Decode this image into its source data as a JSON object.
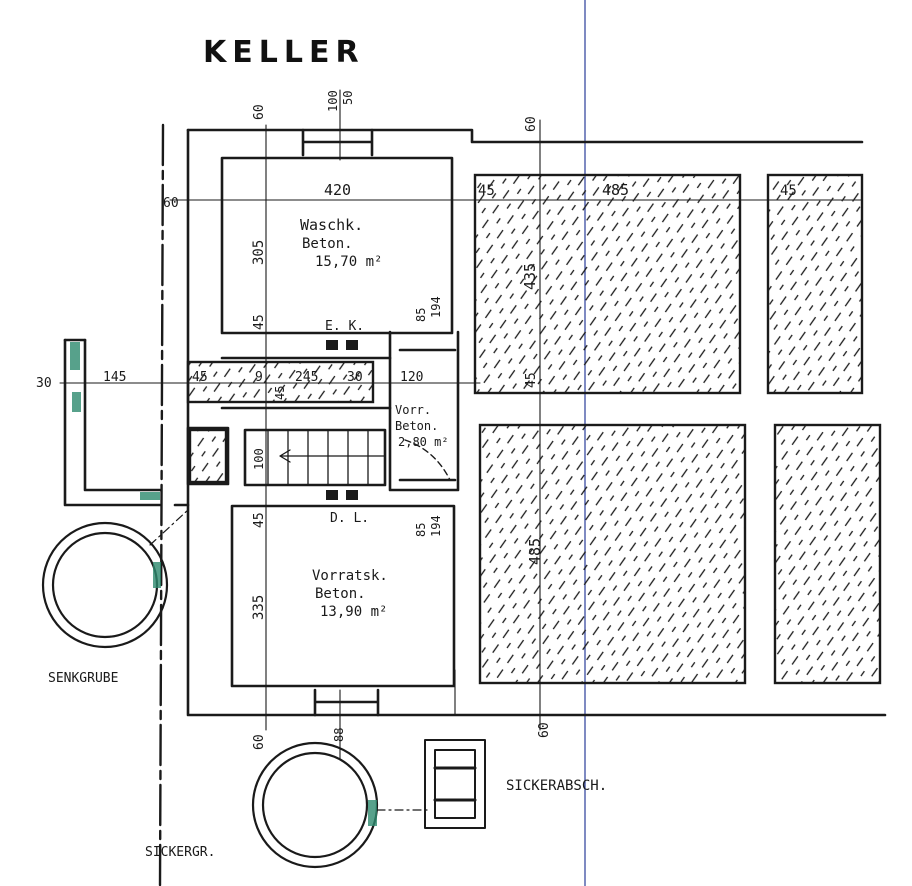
{
  "title": "KELLER",
  "rooms": {
    "washroom": {
      "name": "Waschk.",
      "floor": "Beton.",
      "area": "15,70 m²"
    },
    "vestibule": {
      "name": "Vorr.",
      "floor": "Beton.",
      "area": "2,80 m²"
    },
    "storage": {
      "name": "Vorratsk.",
      "floor": "Beton.",
      "area": "13,90 m²"
    }
  },
  "labels": {
    "ek": "E. K.",
    "dl": "D. L.",
    "cesspit": "SENKGRUBE",
    "soakaway": "SICKERGR.",
    "sewer_shaft": "SICKERABSCH."
  },
  "dimensions": {
    "d60_top_a": "60",
    "d100": "100",
    "d50": "50",
    "d60_top_b": "60",
    "d60_left": "60",
    "d420": "420",
    "d45_a": "45",
    "d485": "485",
    "d45_b": "45",
    "d305": "305",
    "d45_c": "45",
    "d85_a": "85",
    "d194_a": "194",
    "d435": "435",
    "d30": "30",
    "d145": "145",
    "d45_d": "45",
    "d9": "9",
    "d245": "245",
    "d30_b": "30",
    "d120": "120",
    "d45_e": "45",
    "d100_b": "100",
    "d45_f": "45",
    "d85_b": "85",
    "d194_b": "194",
    "d485_b": "485",
    "d335": "335",
    "d60_bot_a": "60",
    "d88": "88",
    "d60_bot_b": "60"
  }
}
